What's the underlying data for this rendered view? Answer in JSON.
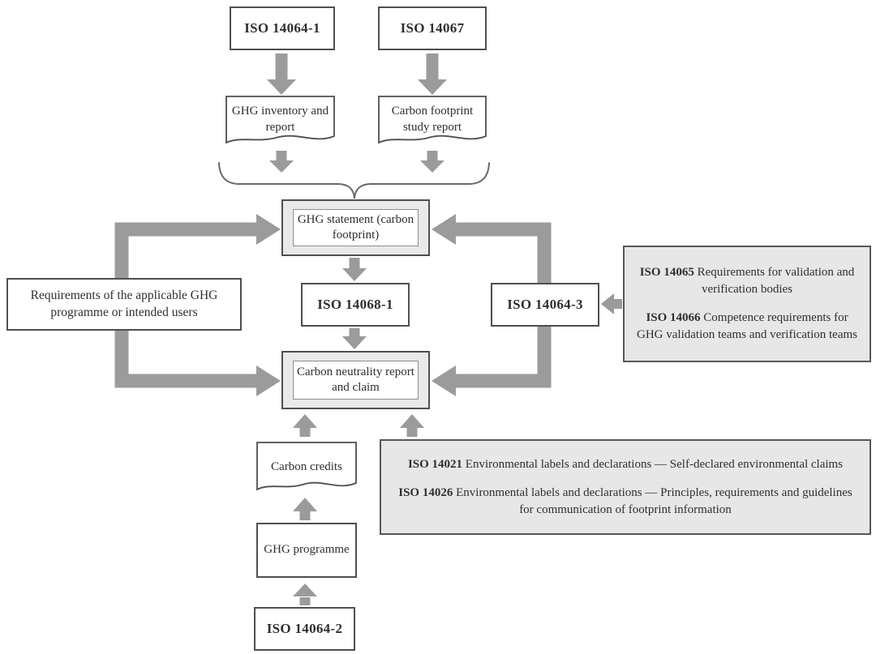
{
  "diagram": {
    "nodes": {
      "iso_14064_1": {
        "label": "ISO 14064-1"
      },
      "iso_14067": {
        "label": "ISO 14067"
      },
      "ghg_inventory": {
        "label": "GHG inventory and report"
      },
      "carbon_footprint_study": {
        "label": "Carbon footprint study report"
      },
      "ghg_statement": {
        "label": "GHG statement (carbon footprint)"
      },
      "iso_14068_1": {
        "label": "ISO 14068-1"
      },
      "carbon_neutrality": {
        "label": "Carbon neutrality report and claim"
      },
      "requirements": {
        "label": "Requirements of the applicable GHG programme or intended users"
      },
      "iso_14064_3": {
        "label": "ISO 14064-3"
      },
      "carbon_credits": {
        "label": "Carbon credits"
      },
      "ghg_programme": {
        "label": "GHG programme"
      },
      "iso_14064_2": {
        "label": "ISO 14064-2"
      }
    },
    "info_boxes": {
      "validation": {
        "items": [
          {
            "code": "ISO 14065",
            "text": "Requirements for validation and verification bodies"
          },
          {
            "code": "ISO 14066",
            "text": "Competence requirements for GHG validation teams and verification teams"
          }
        ]
      },
      "labels": {
        "items": [
          {
            "code": "ISO 14021",
            "text": "Environmental labels and declarations — Self-declared environmental claims"
          },
          {
            "code": "ISO 14026",
            "text": "Environmental labels and declarations — Principles, requirements and guidelines for communication of footprint information"
          }
        ]
      }
    },
    "colors": {
      "arrow": "#9b9b9b",
      "box_border": "#4f4f4f",
      "gray_fill": "#e8e8e8",
      "brace": "#6a6a6a",
      "text": "#2f2f2f"
    }
  }
}
